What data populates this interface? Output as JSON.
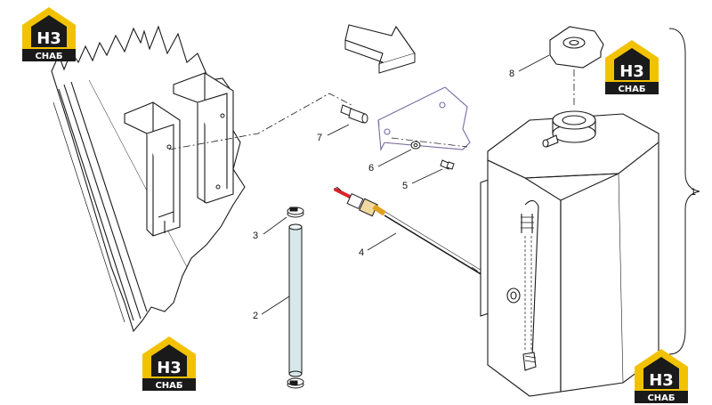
{
  "callouts": [
    {
      "id": "1",
      "text": "1"
    },
    {
      "id": "2",
      "text": "2"
    },
    {
      "id": "3",
      "text": "3"
    },
    {
      "id": "4",
      "text": "4"
    },
    {
      "id": "5",
      "text": "5"
    },
    {
      "id": "6",
      "text": "6"
    },
    {
      "id": "7",
      "text": "7"
    },
    {
      "id": "8",
      "text": "8"
    }
  ],
  "watermark": {
    "big": "H3",
    "small": "СНАБ"
  },
  "colors": {
    "line": "#1a1a1a",
    "logo_yellow": "#f2c200",
    "logo_black": "#1a1a1a",
    "bracket_outline": "#7a6aa0",
    "tube_fill": "#d8e8ea",
    "sensor_red": "#d8252a",
    "sensor_gold": "#e0a020"
  },
  "icons": [
    "direction-arrow-icon"
  ]
}
